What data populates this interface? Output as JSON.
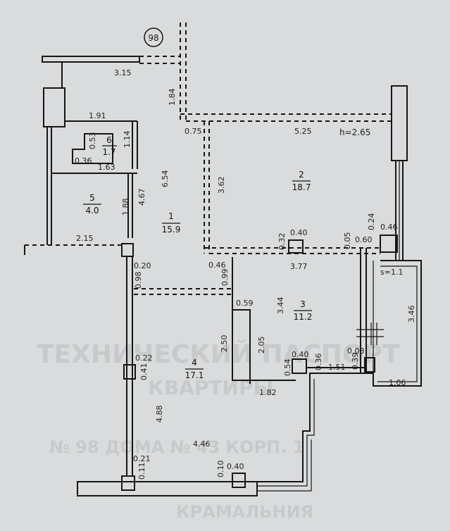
{
  "badge": "98",
  "watermark": {
    "line1": "ТЕХНИЧЕСКИЙ ПАСПОРТ",
    "line2": "КВАРТИРЫ",
    "line3": "№ 98   ДОМА № 43   КОРП. 1",
    "line4": "КРАМАЛЬНИЯ"
  },
  "ceiling_height": "h=2.65",
  "rooms": [
    {
      "id": "1",
      "area": "15.9"
    },
    {
      "id": "2",
      "area": "18.7"
    },
    {
      "id": "3",
      "area": "11.2"
    },
    {
      "id": "4",
      "area": "17.1"
    },
    {
      "id": "5",
      "area": "4.0"
    },
    {
      "id": "6",
      "area": "1.7"
    }
  ],
  "balcony_area": "s=1.1",
  "dimensions": [
    "3.15",
    "1.84",
    "0.75",
    "5.25",
    "1.91",
    "0.53",
    "1.14",
    "0.36",
    "1.63",
    "6.54",
    "3.62",
    "4.67",
    "1.88",
    "2.15",
    "0.32",
    "0.40",
    "0.05",
    "0.60",
    "0.24",
    "0.46",
    "0.20",
    "0.98",
    "0.46",
    "0.99",
    "3.77",
    "0.59",
    "3.44",
    "3.46",
    "2.50",
    "2.05",
    "0.40",
    "0.08",
    "0.22",
    "0.41",
    "0.54",
    "0.36",
    "1.51",
    "0.39",
    "1.82",
    "1.06",
    "4.88",
    "4.46",
    "0.21",
    "0.11",
    "0.10",
    "0.40"
  ]
}
